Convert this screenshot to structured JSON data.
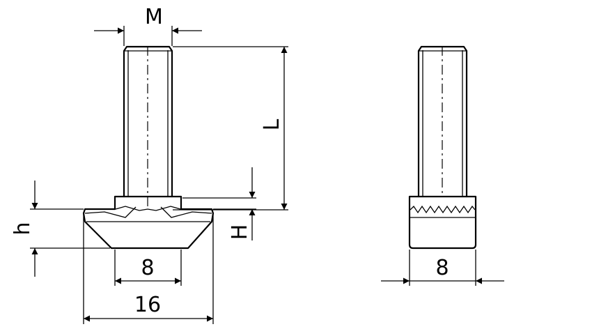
{
  "front_view": {
    "thread_label": "M",
    "length_label": "L",
    "head_height_label": "h",
    "shoulder_height_label": "H",
    "neck_width_label": "8",
    "head_width_label": "16"
  },
  "side_view": {
    "width_label": "8"
  }
}
